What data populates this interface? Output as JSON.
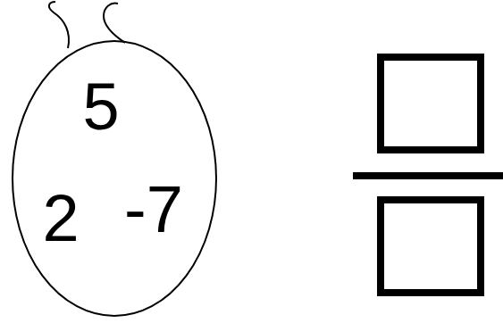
{
  "diagram": {
    "nodes": [
      {
        "text": [
          "5",
          "2",
          "-7"
        ]
      }
    ]
  }
}
